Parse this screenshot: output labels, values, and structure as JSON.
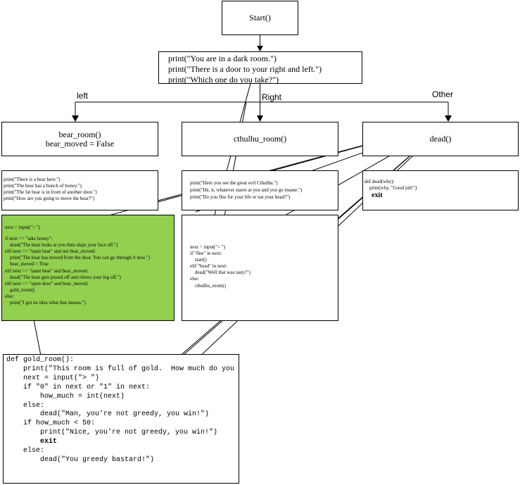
{
  "nodes": {
    "start": {
      "label": "Start()"
    },
    "prompt": {
      "lines": [
        "print(\"You are in a dark room.\")",
        "print(\"There is a door to your right and left.\")",
        "print(\"Which one do you take?\")"
      ]
    },
    "bear_room": {
      "title": "bear_room()",
      "subtitle": "bear_moved = False"
    },
    "cthulhu_room": {
      "title": "cthulhu_room()"
    },
    "dead": {
      "title": "dead()"
    },
    "bear_print": {
      "lines": [
        "print(\"There is a bear here.\")",
        "print(\"The bear has a bunch of honey.\")",
        "print(\"The fat bear is in front of another door.\")",
        "print(\"How are you going to move the bear?\")"
      ]
    },
    "cthulhu_print": {
      "lines": [
        "print(\"Here you see the great evil Cthulhu.\")",
        "print(\"He, it, whatever stares at you and you go insane.\")",
        "print(\"Do you flee for your life or eat your head?\")"
      ]
    },
    "dead_def": {
      "lines": [
        "def dead(why):",
        "    print(why, \"Good job!\")",
        "    exit"
      ]
    },
    "bear_logic": {
      "lines_a": [
        "next = input(\"> \")"
      ],
      "lines_b": [
        "if next == \"take honey\":",
        "    dead(\"The bear looks at you then slaps your face off.\")",
        "elif next == \"taunt bear\" and not bear_moved:",
        "    print(\"The bear has moved from the door. You can go through it now.\")",
        "    bear_moved = True",
        "elif next == \"taunt bear\" and bear_moved:",
        "    dead(\"The bear gets pissed off and chews your leg off.\")",
        "elif next == \"open door\" and bear_moved:",
        "    gold_room()",
        "else:",
        "    print(\"I got no idea what that means.\")"
      ]
    },
    "cthulhu_logic": {
      "lines": [
        "next = input(\"> \")",
        "if \"flee\" in next:",
        "    start()",
        "elif \"head\" in next:",
        "    dead(\"Well that was tasty!\")",
        "else:",
        "    cthulhu_room()"
      ]
    },
    "gold_room": {
      "lines": [
        "def gold_room():",
        "    print(\"This room is full of gold.  How much do you take?\")",
        "    next = input(\"> \")",
        "",
        "    if \"0\" in next or \"1\" in next:",
        "        how_much = int(next)",
        "    else:",
        "        dead(\"Man, you're not greedy, you win!\")",
        "",
        "    if how_much < 50:",
        "        print(\"Nice, you're not greedy, you win!\")",
        "        exit",
        "    else:",
        "        dead(\"You greedy bastard!\")"
      ]
    }
  },
  "edge_labels": {
    "left": "left",
    "right": "Right",
    "other": "Other"
  },
  "colors": {
    "line": "#000000",
    "highlight_fill": "#92d050",
    "box_fill": "#ffffff"
  }
}
